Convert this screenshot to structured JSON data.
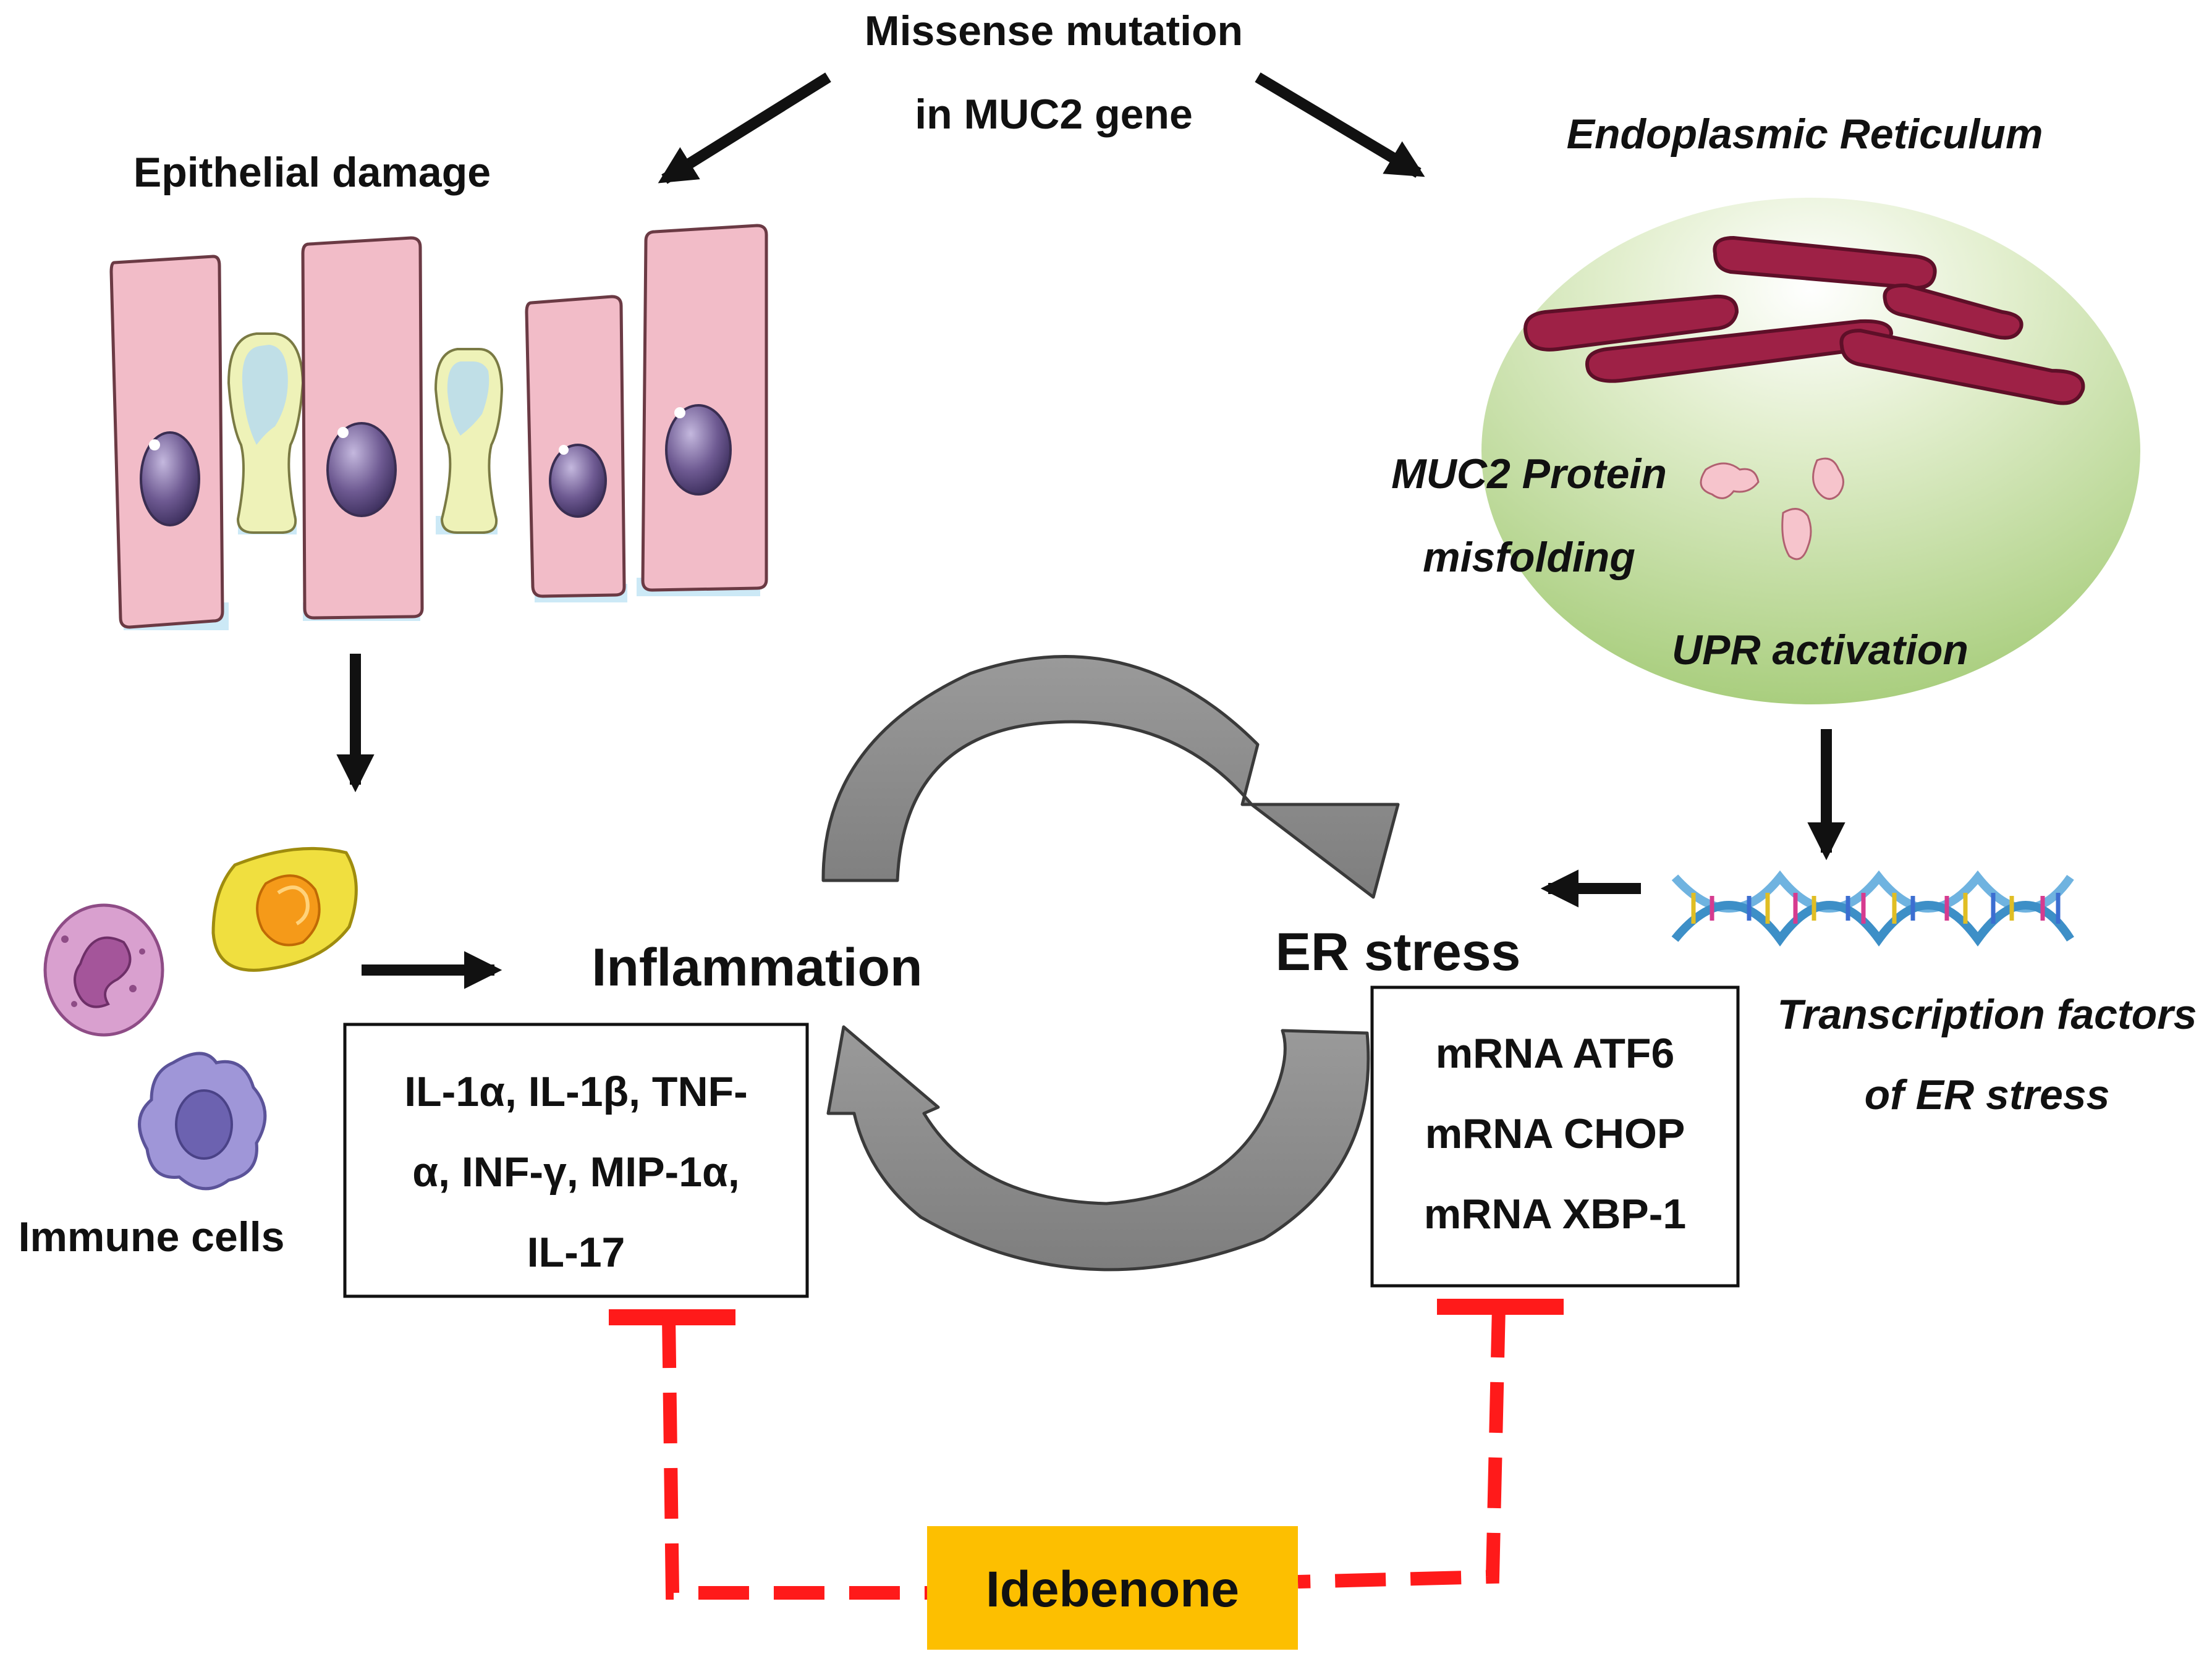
{
  "labels": {
    "missense_line1": "Missense mutation",
    "missense_line2": "in MUC2 gene",
    "epithelial_damage": "Epithelial damage",
    "endoplasmic_reticulum": "Endoplasmic Reticulum",
    "muc2_line1": "MUC2 Protein",
    "muc2_line2": "misfolding",
    "upr_activation": "UPR activation",
    "tf_line1": "Transcription factors",
    "tf_line2": "of ER stress",
    "immune_cells": "Immune cells",
    "inflammation": "Inflammation",
    "er_stress": "ER stress",
    "idebenone": "Idebenone"
  },
  "cytokines": {
    "line1": "IL-1α, IL-1β, TNF-",
    "line2": "α, INF-γ, MIP-1α,",
    "line3": "IL-17"
  },
  "er_markers": [
    "mRNA ATF6",
    "mRNA CHOP",
    "mRNA XBP-1"
  ],
  "colors": {
    "arrow": "#111111",
    "inhibition": "#ff1a1a",
    "idebenone_box": "#fdbf00",
    "cycle_arrow": "#8c8c8c",
    "er_oval": "#c9e0a6",
    "er_structure": "#9e2146",
    "epithelial_cell": "#f2bcc8",
    "goblet_cell": "#eef2b8",
    "nucleus": "#6e5a92"
  }
}
